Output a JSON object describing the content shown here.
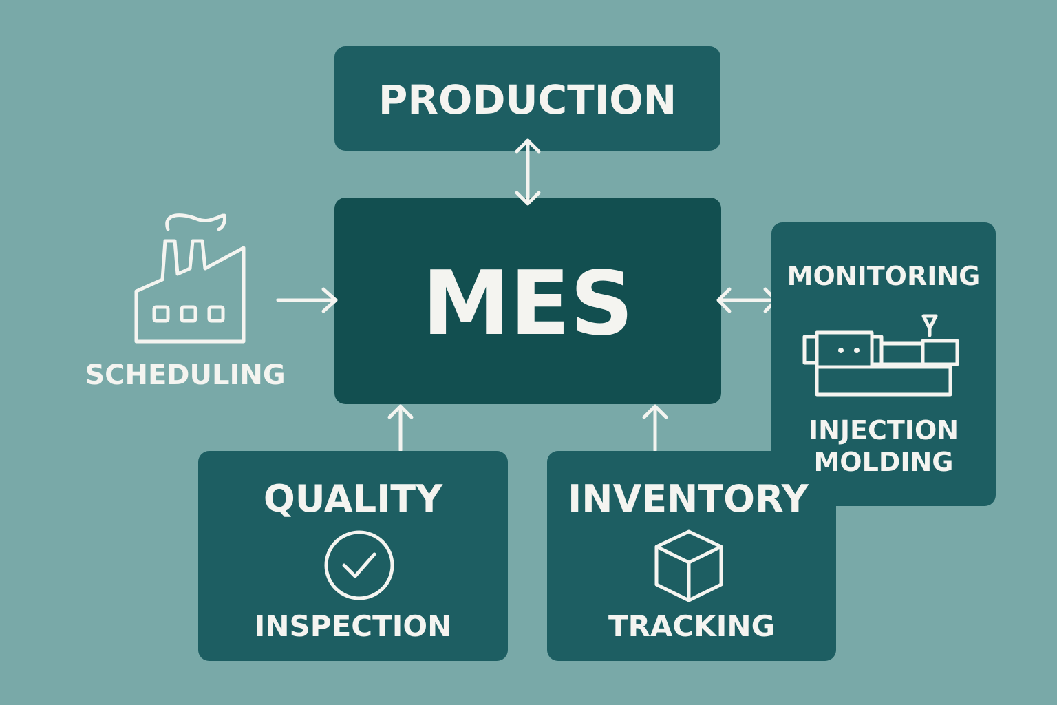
{
  "center": {
    "label": "MES"
  },
  "production": {
    "label": "PRODUCTION"
  },
  "scheduling": {
    "label": "SCHEDULING",
    "icon": "factory-icon"
  },
  "monitoring": {
    "label": "MONITORING",
    "sublabel_line1": "INJECTION",
    "sublabel_line2": "MOLDING",
    "icon": "injection-molding-machine-icon"
  },
  "quality": {
    "label": "QUALITY",
    "sublabel": "INSPECTION",
    "icon": "check-circle-icon"
  },
  "inventory": {
    "label": "INVENTORY",
    "sublabel": "TRACKING",
    "icon": "box-icon"
  },
  "colors": {
    "background": "#79a9a8",
    "box": "#1d5e62",
    "center_box": "#124f50",
    "text": "#f4f4f0"
  }
}
